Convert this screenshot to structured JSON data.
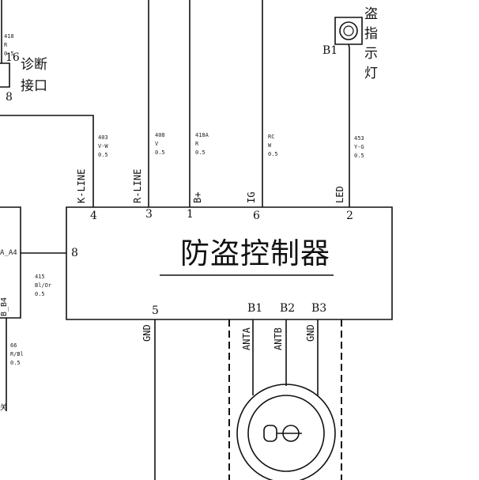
{
  "module": {
    "title": "防盗控制器",
    "pins": [
      {
        "pin": "4",
        "signal": "K-LINE",
        "wire": {
          "code": "403",
          "color": "V-W",
          "size": "0.5"
        }
      },
      {
        "pin": "3",
        "signal": "R-LINE",
        "wire": {
          "code": "408",
          "color": "V",
          "size": "0.5"
        }
      },
      {
        "pin": "1",
        "signal": "B+",
        "wire": {
          "code": "418A",
          "color": "R",
          "size": "0.5"
        }
      },
      {
        "pin": "6",
        "signal": "IG",
        "wire": {
          "code": "RC",
          "color": "W",
          "size": "0.5"
        }
      },
      {
        "pin": "2",
        "signal": "LED",
        "wire": {
          "code": "453",
          "color": "Y-G",
          "size": "0.5"
        }
      },
      {
        "pin": "8",
        "signal": "",
        "wire": {
          "code": "415",
          "color": "Bl/Or",
          "size": "0.5"
        }
      },
      {
        "pin": "5",
        "signal": "GND"
      }
    ],
    "antenna_pins": [
      {
        "pin": "B1",
        "signal": "ANTA"
      },
      {
        "pin": "B2",
        "signal": "ANTB"
      },
      {
        "pin": "B3",
        "signal": "GND"
      }
    ]
  },
  "diagnostic": {
    "label": [
      "诊断",
      "接口"
    ],
    "pin_top": "16",
    "pin_bottom": "8",
    "wire": {
      "code": "418",
      "color": "R",
      "size": "0.5"
    }
  },
  "indicator": {
    "ref": "B1",
    "label": "盗指示灯"
  },
  "left_connector": {
    "pin_a": "A_A4",
    "pin_b": "B_B4",
    "wire_b": {
      "code": "66",
      "color": "R/Bl",
      "size": "0.5"
    },
    "cut_text": "关"
  },
  "colors": {
    "line": "#111111",
    "background": "#ffffff"
  }
}
